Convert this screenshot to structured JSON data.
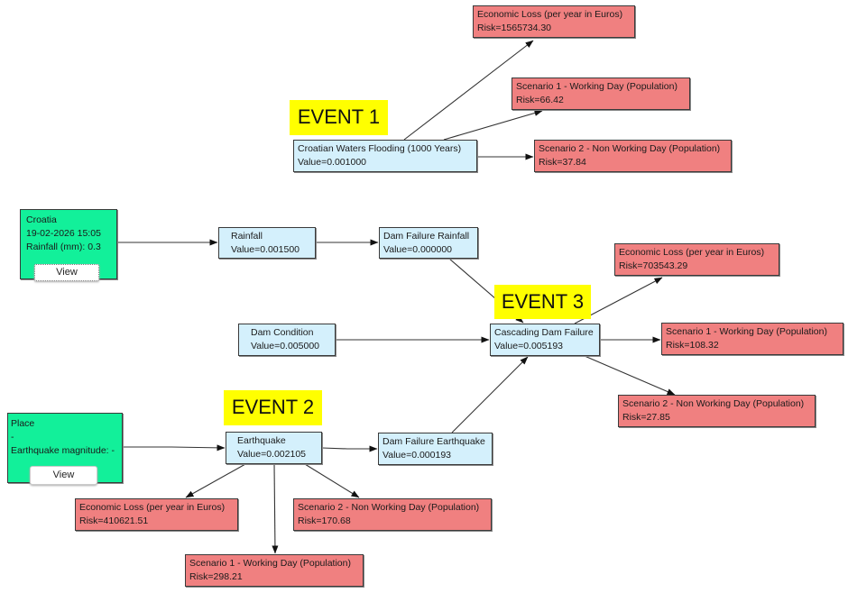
{
  "events": {
    "event1": "EVENT 1",
    "event2": "EVENT 2",
    "event3": "EVENT 3"
  },
  "sources": {
    "croatia": {
      "line1": "Croatia",
      "line2": "19-02-2026 15:05",
      "line3": "Rainfall (mm): 0.3",
      "button": "View"
    },
    "place": {
      "line1": "Place",
      "line2": "-",
      "line3": "Earthquake magnitude: -",
      "button": "View"
    }
  },
  "nodes": {
    "flooding": {
      "title": "Croatian Waters Flooding (1000 Years)",
      "value": "Value=0.001000"
    },
    "rainfall": {
      "title": "Rainfall",
      "value": "Value=0.001500"
    },
    "dam_failure_rainfall": {
      "title": "Dam Failure Rainfall",
      "value": "Value=0.000000"
    },
    "dam_condition": {
      "title": "Dam Condition",
      "value": "Value=0.005000"
    },
    "cascading": {
      "title": "Cascading Dam Failure",
      "value": "Value=0.005193"
    },
    "earthquake": {
      "title": "Earthquake",
      "value": "Value=0.002105"
    },
    "dam_failure_earthquake": {
      "title": "Dam Failure Earthquake",
      "value": "Value=0.000193"
    }
  },
  "outcomes": {
    "e1_econ": {
      "title": "Economic Loss (per year in Euros)",
      "risk": "Risk=1565734.30"
    },
    "e1_scen1": {
      "title": "Scenario 1 - Working Day (Population)",
      "risk": "Risk=66.42"
    },
    "e1_scen2": {
      "title": "Scenario 2 - Non Working Day (Population)",
      "risk": "Risk=37.84"
    },
    "e3_econ": {
      "title": "Economic Loss (per year in Euros)",
      "risk": "Risk=703543.29"
    },
    "e3_scen1": {
      "title": "Scenario 1 - Working Day (Population)",
      "risk": "Risk=108.32"
    },
    "e3_scen2": {
      "title": "Scenario 2 - Non Working Day (Population)",
      "risk": "Risk=27.85"
    },
    "e2_econ": {
      "title": "Economic Loss (per year in Euros)",
      "risk": "Risk=410621.51"
    },
    "e2_scen2": {
      "title": "Scenario 2 - Non Working Day (Population)",
      "risk": "Risk=170.68"
    },
    "e2_scen1": {
      "title": "Scenario 1 - Working Day (Population)",
      "risk": "Risk=298.21"
    }
  },
  "colors": {
    "node_blue": "#d4f0fc",
    "outcome_red": "#f08080",
    "source_green": "#12f09a",
    "event_yellow": "#ffff00"
  }
}
